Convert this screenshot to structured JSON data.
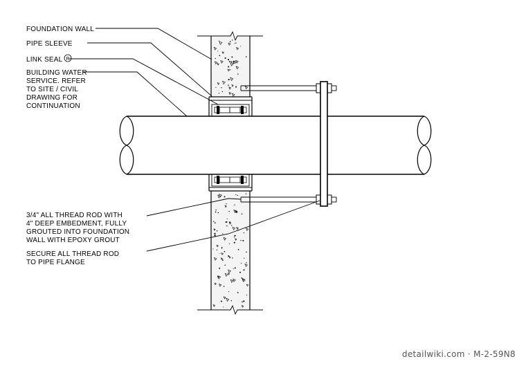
{
  "labels": {
    "foundation_wall": "FOUNDATION WALL",
    "pipe_sleeve": "PIPE SLEEVE",
    "link_seal": "LINK SEAL",
    "link_seal_mark": "R",
    "building_water": [
      "BUILDING WATER",
      "SERVICE.   REFER",
      "TO SITE / CIVIL",
      "DRAWING FOR",
      "CONTINUATION"
    ],
    "thread_rod": [
      "3/4\" ALL THREAD ROD WITH",
      "4\" DEEP EMBEDMENT, FULLY",
      "GROUTED INTO FOUNDATION",
      "WALL WITH EPOXY GROUT"
    ],
    "secure_rod": [
      "SECURE ALL THREAD ROD",
      "TO PIPE FLANGE"
    ]
  },
  "watermark": "detailwiki.com · M-2-59N8",
  "colors": {
    "line": "#000000",
    "concrete": "#f4f4f4",
    "watermark": "#555555"
  }
}
